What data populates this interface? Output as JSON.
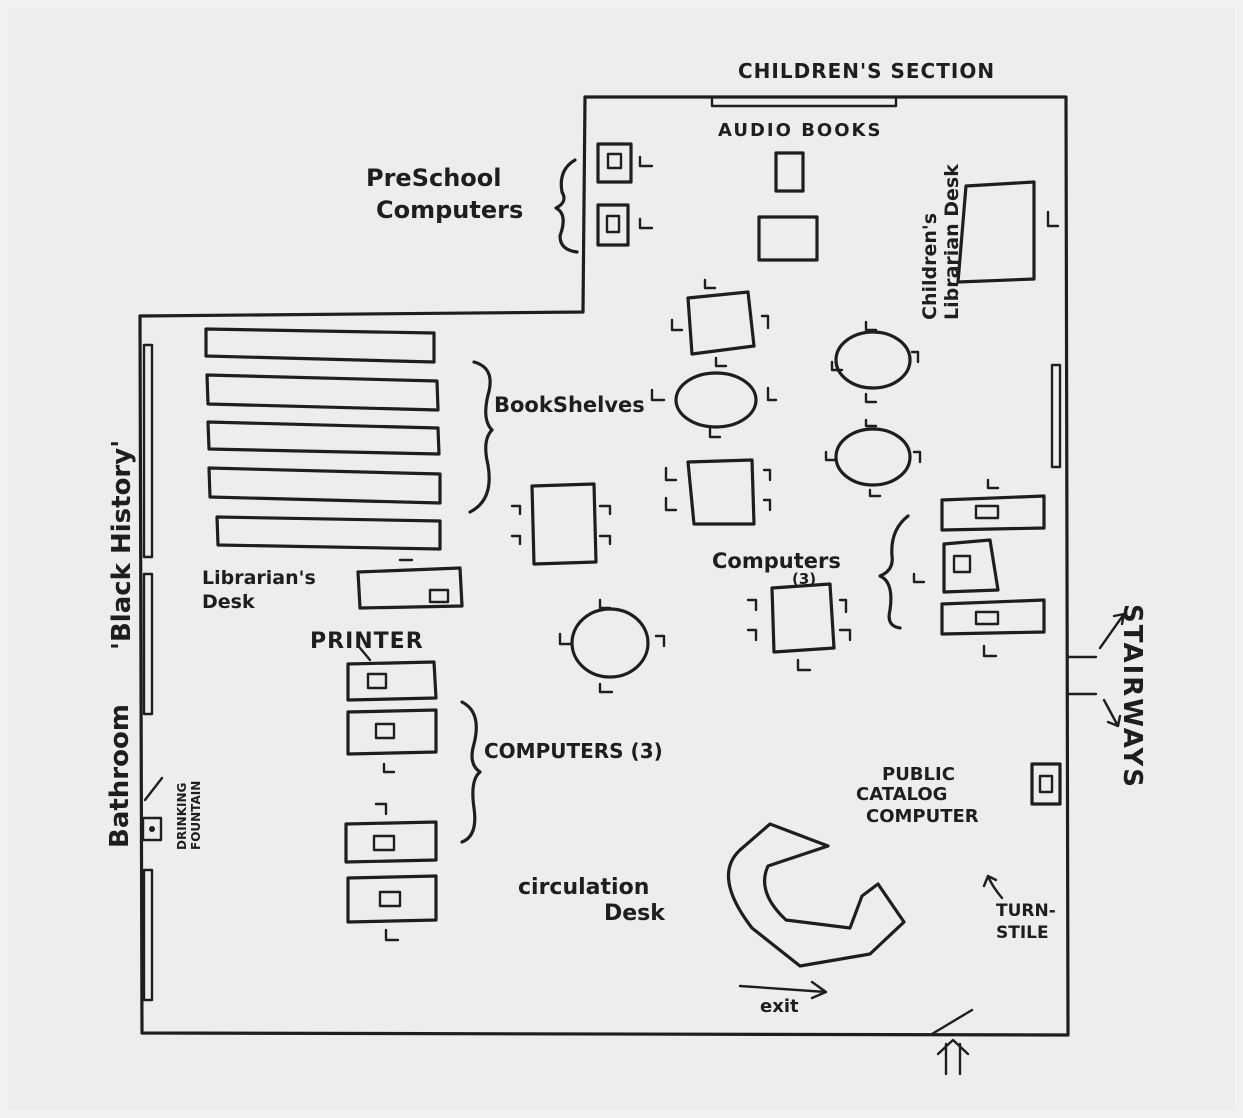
{
  "labels": {
    "childrens_section": "CHILDREN'S SECTION",
    "audio_books": "AUDIO BOOKS",
    "preschool_line1": "PreSchool",
    "preschool_line2": "Computers",
    "childrens_desk_line1": "Children's",
    "childrens_desk_line2": "Librarian Desk",
    "bookshelves": "BookShelves",
    "black_history": "'Black History'",
    "librarians_desk_line1": "Librarian's",
    "librarians_desk_line2": "Desk",
    "printer": "PRINTER",
    "computers_left": "COMPUTERS (3)",
    "computers_center_line1": "Computers",
    "computers_center_line2": "(3)",
    "bathroom": "Bathroom",
    "drinking_line1": "DRINKING",
    "drinking_line2": "FOUNTAIN",
    "stairways": "STAIRWAYS",
    "public_line1": "PUBLIC",
    "public_line2": "CATALOG",
    "public_line3": "COMPUTER",
    "circulation_line1": "circulation",
    "circulation_line2": "Desk",
    "turnstile_line1": "TURN-",
    "turnstile_line2": "STILE",
    "exit": "exit"
  }
}
